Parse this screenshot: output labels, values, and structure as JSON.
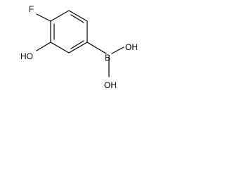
{
  "molecule": {
    "atoms": {
      "fluorine": "F",
      "hydroxyl_ring": "HO",
      "boron": "B",
      "boron_oh_top": "OH",
      "boron_oh_bottom": "OH"
    }
  },
  "colors": {
    "bond": "#000000",
    "label": "#000000",
    "background": "#ffffff"
  }
}
